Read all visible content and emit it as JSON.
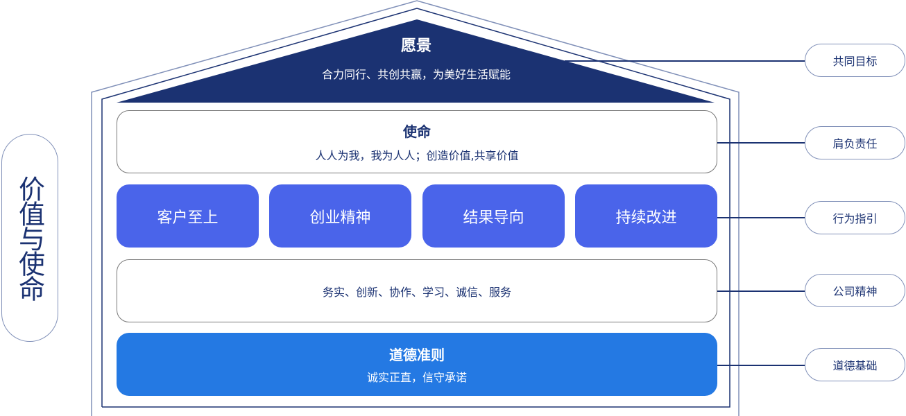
{
  "side_title": "价值与使命",
  "vision": {
    "title": "愿景",
    "text": "合力同行、共创共赢，为美好生活赋能"
  },
  "mission": {
    "title": "使命",
    "text": "人人为我，我为人人；创造价值,共享价值"
  },
  "values": [
    "客户至上",
    "创业精神",
    "结果导向",
    "持续改进"
  ],
  "spirit": {
    "text": "务实、创新、协作、学习、诚信、服务"
  },
  "ethics": {
    "title": "道德准则",
    "text": "诚实正直，信守承诺"
  },
  "labels": [
    "共同目标",
    "肩负责任",
    "行为指引",
    "公司精神",
    "道德基础"
  ],
  "colors": {
    "navy": "#1b3272",
    "value_blue": "#4a64ea",
    "ethics_blue": "#2479e3"
  }
}
